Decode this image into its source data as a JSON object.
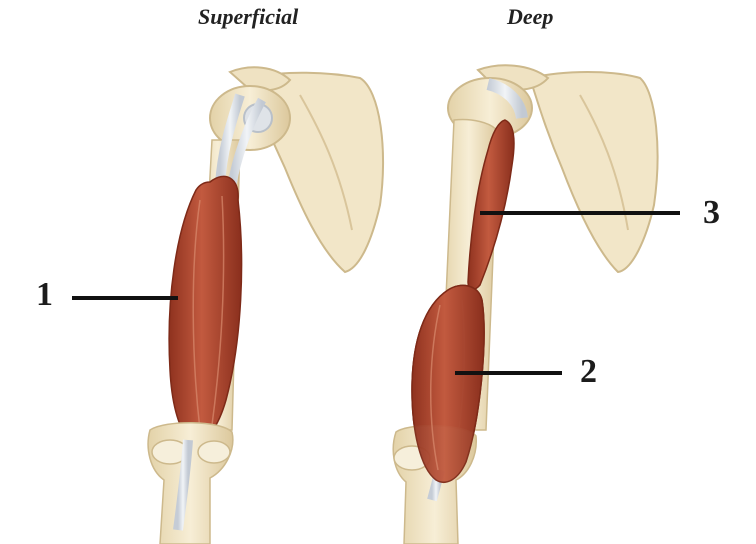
{
  "headings": {
    "superficial": "Superficial",
    "deep": "Deep"
  },
  "labels": {
    "one": "1",
    "two": "2",
    "three": "3"
  },
  "colors": {
    "bone": "#f3e8cc",
    "bone_shade": "#dcc99e",
    "muscle": "#b24a33",
    "muscle_dark": "#8e3322",
    "tendon": "#dde3ea",
    "leader_line": "#111111"
  }
}
